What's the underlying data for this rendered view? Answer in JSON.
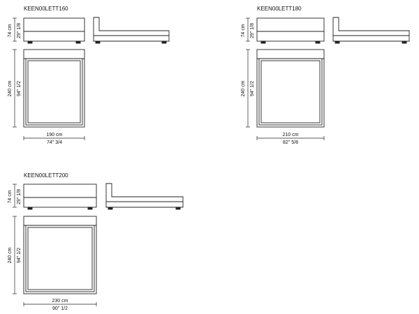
{
  "models": [
    {
      "code": "KEEN00LETT160",
      "height_cm": "74 cm",
      "height_in": "29\" 1/8",
      "length_cm": "240 cm",
      "length_in": "94\" 1/2",
      "width_cm": "190 cm",
      "width_in": "74\" 3/4"
    },
    {
      "code": "KEEN00LETT180",
      "height_cm": "74 cm",
      "height_in": "29\" 1/8",
      "length_cm": "240 cm",
      "length_in": "94\" 1/2",
      "width_cm": "210 cm",
      "width_in": "82\" 5/8"
    },
    {
      "code": "KEEN00LETT200",
      "height_cm": "74 cm",
      "height_in": "29\" 1/8",
      "length_cm": "240 cm",
      "length_in": "94\" 1/2",
      "width_cm": "230 cm",
      "width_in": "90\" 1/2"
    }
  ],
  "colors": {
    "line": "#222222",
    "background": "#ffffff"
  }
}
